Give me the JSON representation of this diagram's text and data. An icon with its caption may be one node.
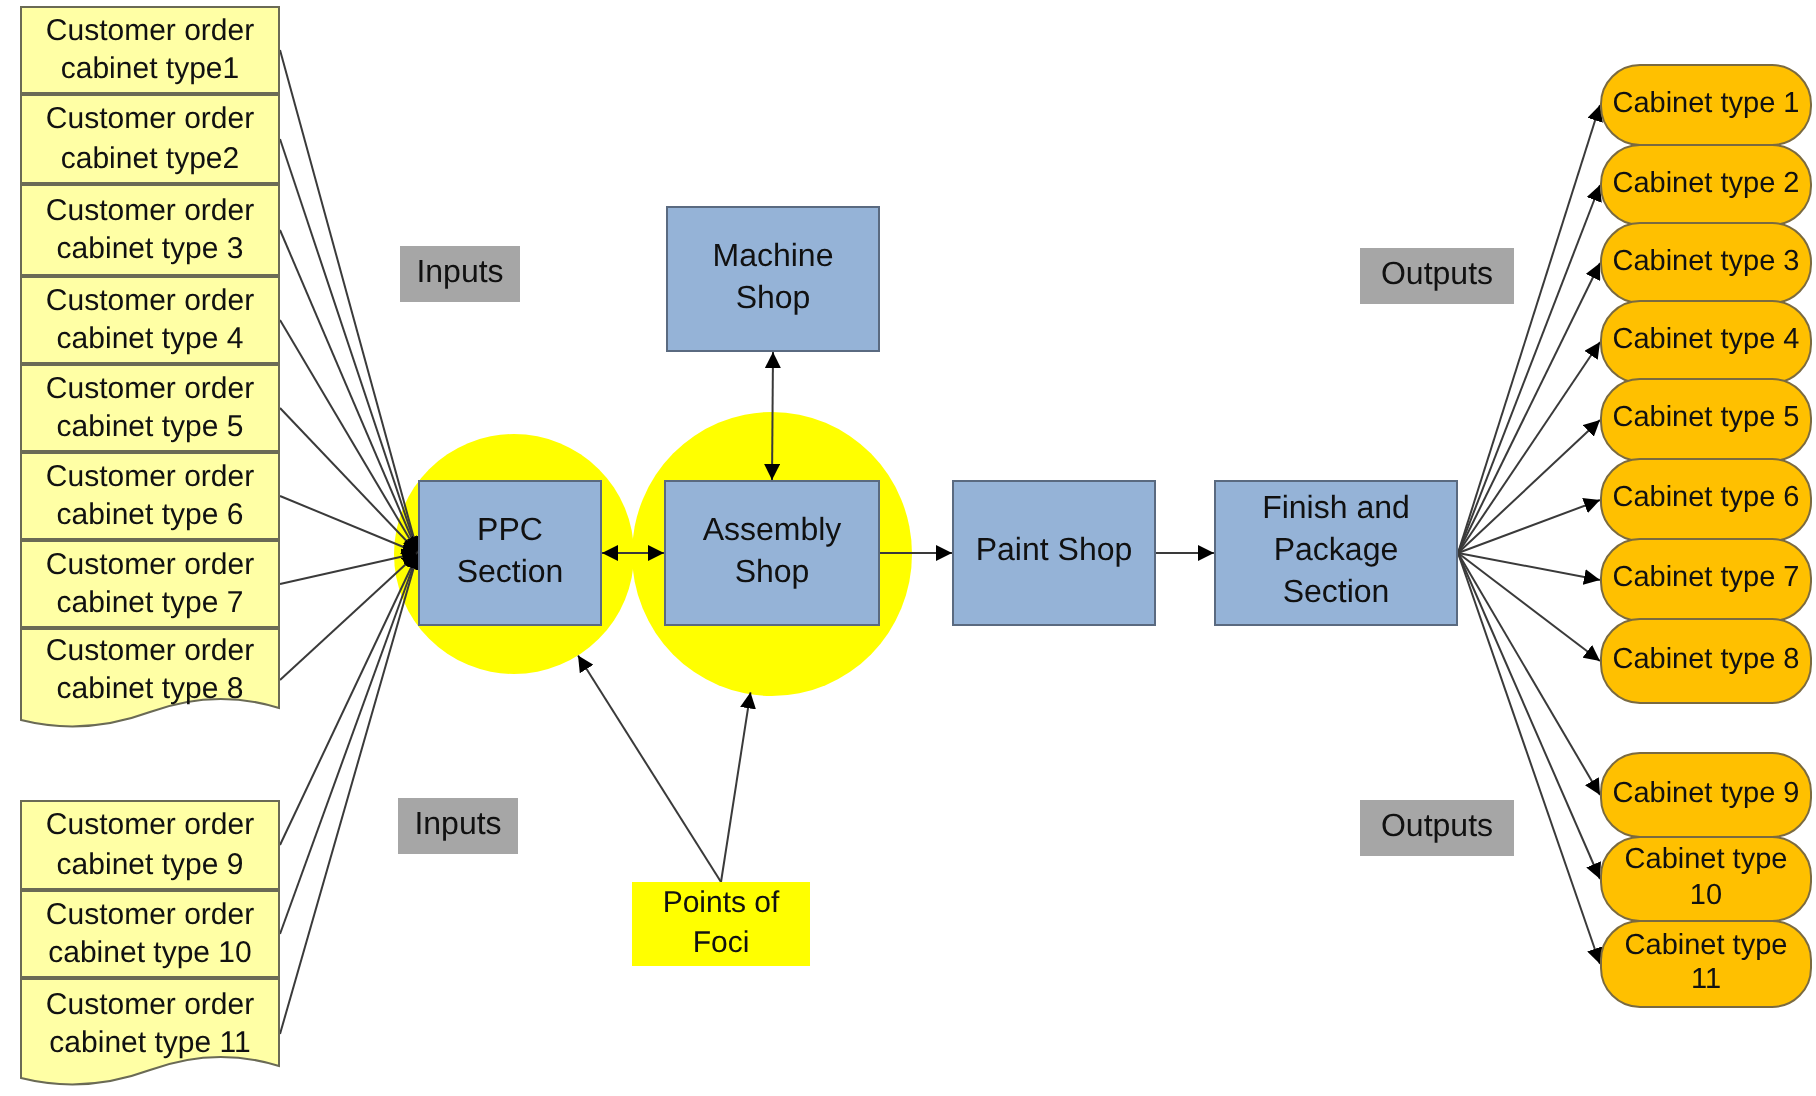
{
  "diagram": {
    "nodes": [
      {
        "text": [
          "Customer order cabinet type1"
        ]
      },
      {
        "text": [
          "Customer order cabinet type2"
        ]
      },
      {
        "text": [
          "Customer order cabinet type 3"
        ]
      },
      {
        "text": [
          "Customer order cabinet type 4"
        ]
      },
      {
        "text": [
          "Customer order cabinet type 5"
        ]
      },
      {
        "text": [
          "Customer order cabinet type 6"
        ]
      },
      {
        "text": [
          "Customer order cabinet type 7"
        ]
      },
      {
        "text": [
          "Customer order cabinet type 8"
        ]
      },
      {
        "text": [
          "Customer order cabinet type 9"
        ]
      },
      {
        "text": [
          "Customer order cabinet type 10"
        ]
      },
      {
        "text": [
          "Customer order cabinet type 11"
        ]
      },
      {
        "text": [
          "Machine Shop"
        ]
      },
      {
        "text": [],
        "shape": "circle"
      },
      {
        "text": [
          "PPC Section"
        ],
        "in": 12
      },
      {
        "text": [],
        "shape": "circle"
      },
      {
        "text": [
          "Assembly Shop"
        ],
        "in": 14
      },
      {
        "text": [
          "Paint Shop"
        ]
      },
      {
        "text": [
          "Finish and Package Section"
        ]
      },
      {
        "text": [
          "Points of Foci"
        ]
      },
      {
        "text": [
          "Cabinet type 1"
        ]
      },
      {
        "text": [
          "Cabinet type 2"
        ]
      },
      {
        "text": [
          "Cabinet type 3"
        ]
      },
      {
        "text": [
          "Cabinet type 4"
        ]
      },
      {
        "text": [
          "Cabinet type 5"
        ]
      },
      {
        "text": [
          "Cabinet type 6"
        ]
      },
      {
        "text": [
          "Cabinet type 7"
        ]
      },
      {
        "text": [
          "Cabinet type 8"
        ]
      },
      {
        "text": [
          "Cabinet type 9"
        ]
      },
      {
        "text": [
          "Cabinet type 10"
        ]
      },
      {
        "text": [
          "Cabinet type 11"
        ]
      }
    ],
    "edges": [
      {
        "from": 0,
        "to": 13,
        "arrow": "to"
      },
      {
        "from": 1,
        "to": 13,
        "arrow": "to"
      },
      {
        "from": 2,
        "to": 13,
        "arrow": "to"
      },
      {
        "from": 3,
        "to": 13,
        "arrow": "to"
      },
      {
        "from": 4,
        "to": 13,
        "arrow": "to"
      },
      {
        "from": 5,
        "to": 13,
        "arrow": "to"
      },
      {
        "from": 6,
        "to": 13,
        "arrow": "to"
      },
      {
        "from": 7,
        "to": 13,
        "arrow": "to"
      },
      {
        "from": 8,
        "to": 13,
        "arrow": "to"
      },
      {
        "from": 9,
        "to": 13,
        "arrow": "to"
      },
      {
        "from": 10,
        "to": 13,
        "arrow": "to"
      },
      {
        "from": 13,
        "to": 15,
        "arrow": "both"
      },
      {
        "from": 11,
        "to": 15,
        "arrow": "both"
      },
      {
        "from": 15,
        "to": 16,
        "arrow": "to"
      },
      {
        "from": 16,
        "to": 17,
        "arrow": "to"
      },
      {
        "from": 18,
        "to": 12,
        "arrow": "to"
      },
      {
        "from": 18,
        "to": 14,
        "arrow": "to"
      },
      {
        "from": 17,
        "to": 19,
        "arrow": "to"
      },
      {
        "from": 17,
        "to": 20,
        "arrow": "to"
      },
      {
        "from": 17,
        "to": 21,
        "arrow": "to"
      },
      {
        "from": 17,
        "to": 22,
        "arrow": "to"
      },
      {
        "from": 17,
        "to": 23,
        "arrow": "to"
      },
      {
        "from": 17,
        "to": 24,
        "arrow": "to"
      },
      {
        "from": 17,
        "to": 25,
        "arrow": "to"
      },
      {
        "from": 17,
        "to": 26,
        "arrow": "to"
      },
      {
        "from": 17,
        "to": 27,
        "arrow": "to"
      },
      {
        "from": 17,
        "to": 28,
        "arrow": "to"
      },
      {
        "from": 17,
        "to": 29,
        "arrow": "to"
      }
    ],
    "labels": [
      "Inputs",
      "Outputs",
      "Inputs",
      "Outputs"
    ]
  }
}
